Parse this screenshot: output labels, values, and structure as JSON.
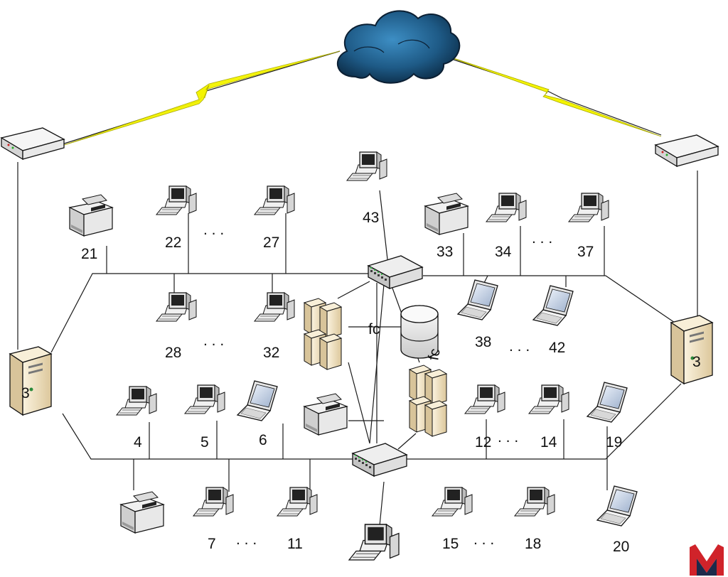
{
  "labels": {
    "n3_left": "3",
    "n3_right": "3",
    "n4": "4",
    "n5": "5",
    "n6": "6",
    "n7": "7",
    "n11": "11",
    "n12": "12",
    "n14": "14",
    "n15": "15",
    "n18": "18",
    "n19": "19",
    "n20": "20",
    "n21": "21",
    "n22": "22",
    "n27": "27",
    "n28": "28",
    "n32": "32",
    "n33": "33",
    "n34": "34",
    "n37": "37",
    "n38": "38",
    "n42": "42",
    "n43": "43",
    "fc1": "fc",
    "fc2": "fc",
    "dots_22_27": ". . .",
    "dots_28_32": ". . .",
    "dots_34_37": ". . .",
    "dots_38_42": ". . .",
    "dots_12_14": ". . .",
    "dots_7_11": ". . .",
    "dots_15_18": ". . ."
  },
  "icons": {
    "cloud": "cloud-icon",
    "modem": "modem-icon",
    "server": "server-tower-icon",
    "printer": "printer-icon",
    "desktop": "desktop-computer-icon",
    "laptop": "laptop-icon",
    "switch": "network-switch-icon",
    "database": "database-icon",
    "cluster": "server-cluster-icon",
    "logo": "m-logo-icon"
  },
  "colors": {
    "line": "#1a1a1a",
    "lightning": "#f4f400",
    "cloud": "#1e5a86",
    "server_body": "#efe2c4",
    "logo_red": "#d0232a",
    "logo_navy": "#1c2a4a"
  }
}
